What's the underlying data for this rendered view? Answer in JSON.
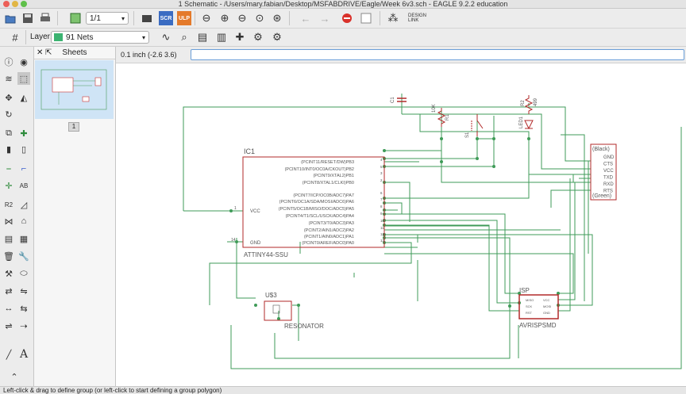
{
  "window": {
    "title": "1 Schematic - /Users/mary.fabian/Desktop/MSFABDRIVE/Eagle/Week 6v3.sch - EAGLE 9.2.2 education"
  },
  "toolbar": {
    "sheet_select": "1/1",
    "scr_label": "SCR",
    "ulp_label": "ULP",
    "design_link_label": "DESIGN LINK"
  },
  "layer_bar": {
    "layer_label": "Layer:",
    "layer_value": "91 Nets",
    "layer_color": "#3cb371"
  },
  "sheets_panel": {
    "title": "Sheets",
    "sheet_number": "1"
  },
  "command": {
    "coordinates": "0.1 inch (-2.6 3.6)",
    "input_value": ""
  },
  "schematic": {
    "ic_name": "IC1",
    "ic_value": "ATTINY44-SSU",
    "ic_pins_right": [
      "(PCINT11/RESET/DW)PB3",
      "(PCINT10/INT0/OC0A/CKOUT)PB2",
      "(PCINT9/XTAL2)PB1",
      "(PCINT8/XTAL1/CLKI)PB0",
      "(PCINT7/ICP/OC0B/ADC7)PA7",
      "(PCINT6/OC1A/SDA/MOSI/ADC6)PA6",
      "(PCINT5/OC1B/MISO/DOC/ADC5)PA5",
      "(PCINT4/T1/SCL/USCK/ADC4)PA4",
      "(PCINT3/T0/ADC3)PA3",
      "(PCINT2/AIN1/ADC2)PA2",
      "(PCINT1/AIN0/ADC1)PA1",
      "(PCINT0/AREF/ADC0)PA0"
    ],
    "ic_pin_nums": [
      "4",
      "5",
      "3",
      "2",
      "6",
      "7",
      "8",
      "9",
      "10",
      "11",
      "12",
      "13"
    ],
    "vcc_label": "VCC",
    "gnd_label": "GND",
    "pin1": "1",
    "pin14": "14",
    "resonator_name": "U$3",
    "resonator_value": "RESONATOR",
    "isp_name": "ISP",
    "isp_value": "AVRISPSMD",
    "isp_pins": [
      "MISO",
      "VCC",
      "SCK",
      "MOSI",
      "RST",
      "GND"
    ],
    "ftdi_top": "(Black)",
    "ftdi_bottom": "(Green)",
    "ftdi_pins": [
      "GND",
      "CTS",
      "VCC",
      "TXD",
      "RXD",
      "RTS"
    ],
    "c1_name": "C1",
    "r1_name": "R1",
    "r1_value": "10K",
    "s1_name": "S1",
    "r2_name": "R2",
    "r2_value": "499",
    "led_name": "LED1"
  },
  "status": {
    "text": "Left-click & drag to define group (or left-click to start defining a group polygon)"
  }
}
